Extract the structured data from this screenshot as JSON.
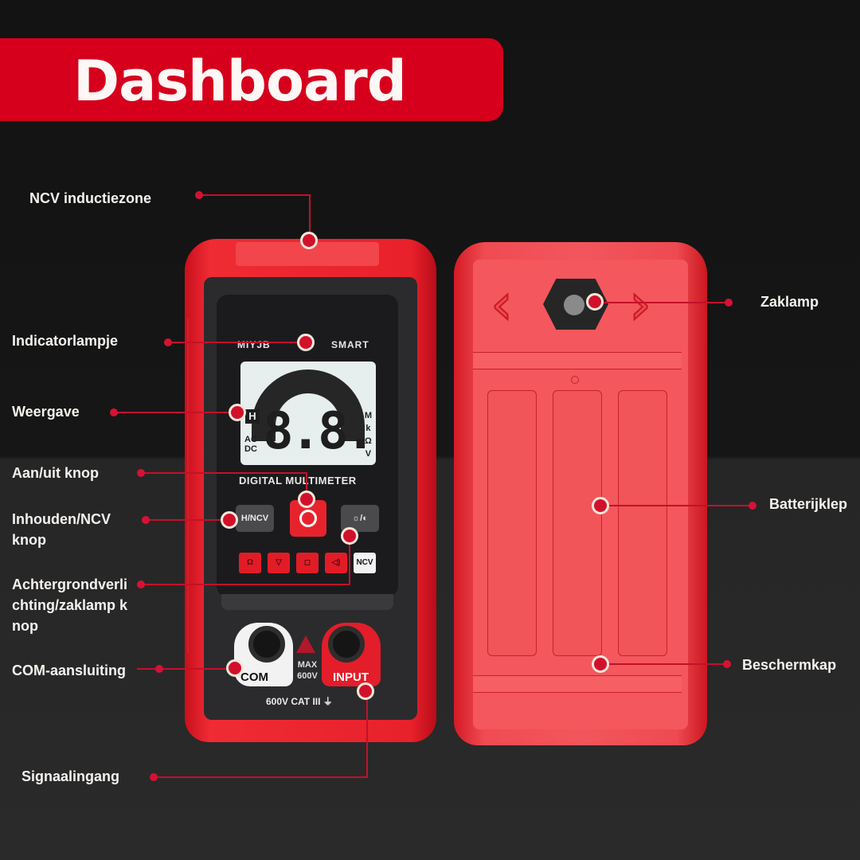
{
  "header": {
    "title": "Dashboard"
  },
  "colors": {
    "accent": "#d6001c",
    "marker": "#d3102c",
    "marker_ring": "#f3e6d8",
    "leader_line": "#c4102a",
    "label_text": "#f4f1ee"
  },
  "callouts_left": [
    {
      "id": "ncv",
      "label": "NCV inductiezone"
    },
    {
      "id": "indicator",
      "label": "Indicatorlampje"
    },
    {
      "id": "display",
      "label": "Weergave"
    },
    {
      "id": "power",
      "label": "Aan/uit knop"
    },
    {
      "id": "hold",
      "label": "Inhouden/NCV knop"
    },
    {
      "id": "backlight",
      "label": "Achtergrondverlichting/zaklamp knop"
    },
    {
      "id": "com",
      "label": "COM-aansluiting"
    },
    {
      "id": "input",
      "label": "Signaalingang"
    }
  ],
  "callouts_right": [
    {
      "id": "flashlight",
      "label": "Zaklamp"
    },
    {
      "id": "battery",
      "label": "Batterijklep"
    },
    {
      "id": "cover",
      "label": "Beschermkap"
    }
  ],
  "device_front": {
    "brand_left": "MIYJB",
    "brand_right": "SMART",
    "lcd_digits": "8.8.8.8",
    "lcd_hold": "H",
    "lcd_acdc": "AC\nDC",
    "lcd_units": "M\nk\nΩ\nV",
    "model": "DIGITAL MULTIMETER",
    "btn_hold": "H/NCV",
    "btn_light": "☼/◐",
    "fn_keys": [
      "Ω",
      "▽",
      "◻",
      "◁)",
      "NCV"
    ],
    "jack_com": "COM",
    "jack_input": "INPUT",
    "max_label": "MAX\n600V",
    "cat_label": "600V CAT III ⏚"
  },
  "device_rear": {
    "chevron_left": "‹",
    "chevron_right": "›"
  }
}
